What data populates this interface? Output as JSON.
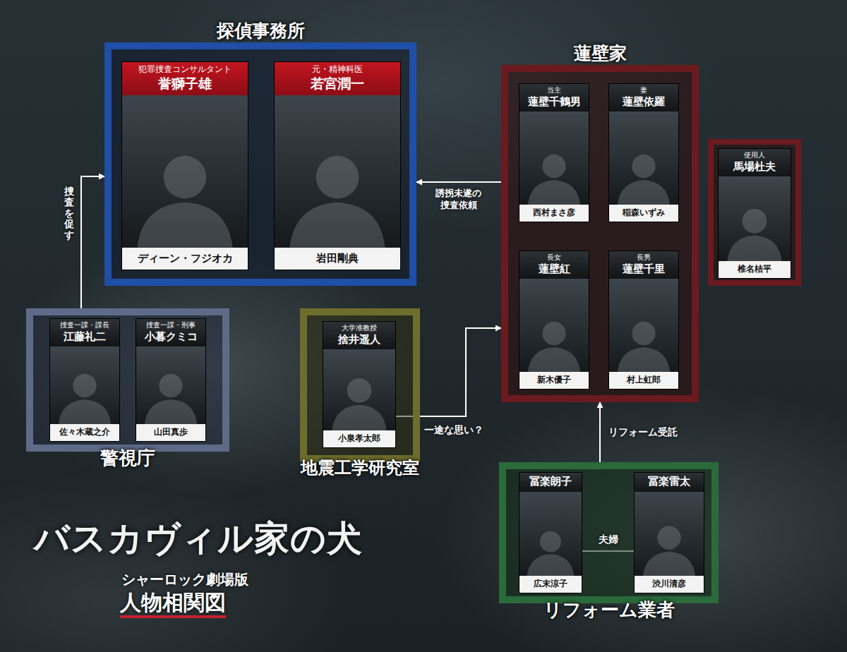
{
  "diagram": {
    "title": "バスカヴィル家の犬",
    "nodes": [
      {
        "text": [
          "探偵事務所"
        ]
      },
      {
        "text": [
          "犯罪捜査コンサルタント",
          "誉獅子雄",
          "ディーン・フジオカ"
        ],
        "in": 0
      },
      {
        "text": [
          "元・精神科医",
          "若宮潤一",
          "岩田剛典"
        ],
        "in": 0
      },
      {
        "text": [
          "蓮壁家"
        ]
      },
      {
        "text": [
          "当主",
          "蓮壁千鶴男",
          "西村まさ彦"
        ],
        "in": 3
      },
      {
        "text": [
          "妻",
          "蓮壁依羅",
          "稲森いずみ"
        ],
        "in": 3
      },
      {
        "text": [
          "長女",
          "蓮壁紅",
          "新木優子"
        ],
        "in": 3
      },
      {
        "text": [
          "長男",
          "蓮壁千里",
          "村上虹郎"
        ],
        "in": 3
      },
      {
        "text": [
          "使用人",
          "馬場杜夫",
          "椎名桔平"
        ]
      },
      {
        "text": [
          "警視庁"
        ]
      },
      {
        "text": [
          "捜査一課・課長",
          "江藤礼二",
          "佐々木蔵之介"
        ],
        "in": 9
      },
      {
        "text": [
          "捜査一課・刑事",
          "小暮クミコ",
          "山田真歩"
        ],
        "in": 9
      },
      {
        "text": [
          "地震工学研究室"
        ]
      },
      {
        "text": [
          "大学准教授",
          "捨井遥人",
          "小泉孝太郎"
        ],
        "in": 12
      },
      {
        "text": [
          "リフォーム業者"
        ]
      },
      {
        "text": [
          "冨楽朗子",
          "広末涼子"
        ],
        "in": 14
      },
      {
        "text": [
          "冨楽雷太",
          "渋川清彦"
        ],
        "in": 14
      }
    ],
    "edges": [
      {
        "from": 9,
        "to": 0,
        "label": "捜査を促す",
        "arrow": "to"
      },
      {
        "from": 3,
        "to": 0,
        "label": "誘拐未遂の 捜査依頼",
        "arrow": "to"
      },
      {
        "from": 13,
        "to": 3,
        "label": "一途な思い？",
        "arrow": "to"
      },
      {
        "from": 14,
        "to": 3,
        "label": "リフォーム受託",
        "arrow": "to"
      },
      {
        "from": 15,
        "to": 16,
        "label": "夫婦",
        "arrow": "none"
      }
    ],
    "labels": [
      "シャーロック劇場版",
      "人物相関図"
    ]
  }
}
